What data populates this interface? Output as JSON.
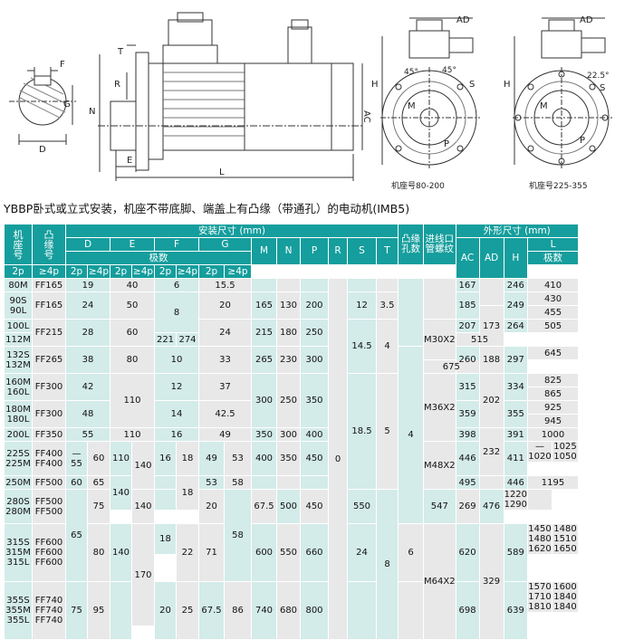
{
  "drawing_labels": {
    "F": "F",
    "G": "G",
    "D": "D",
    "T": "T",
    "R": "R",
    "N": "N",
    "E": "E",
    "L": "L",
    "AC": "AC",
    "H": "H",
    "AD1": "AD",
    "AD2": "AD",
    "M1": "M",
    "M2": "M",
    "P1": "P",
    "P2": "P",
    "S1": "S",
    "S2": "S",
    "ang45a": "45°",
    "ang45b": "45°",
    "ang225": "22.5°",
    "frame1": "机座号80-200",
    "frame2": "机座号225-355"
  },
  "caption": "YBBP卧式或立式安装，机座不带底脚、端盖上有凸缘（带通孔）的电动机(IMB5)",
  "table": {
    "rows": [
      [
        {
          "t": "机\n座\n号",
          "rs": 3,
          "c": "hd lg"
        },
        {
          "t": "凸\n缘\n号",
          "rs": 3,
          "c": "hd lg"
        },
        {
          "t": "安装尺寸 (mm)",
          "cs": 14,
          "c": "hd"
        },
        {
          "t": "凸缘\n孔数",
          "rs": 3,
          "c": "hd"
        },
        {
          "t": "进线口\n管螺纹",
          "rs": 3,
          "c": "hd"
        },
        {
          "t": "外形尺寸 (mm)",
          "cs": 5,
          "c": "hd"
        }
      ],
      [
        {
          "t": "D",
          "cs": 2,
          "c": "hd"
        },
        {
          "t": "E",
          "cs": 2,
          "c": "hd"
        },
        {
          "t": "F",
          "cs": 2,
          "c": "hd"
        },
        {
          "t": "G",
          "cs": 2,
          "c": "hd"
        },
        {
          "t": "M",
          "rs": 2,
          "c": "hd"
        },
        {
          "t": "N",
          "rs": 2,
          "c": "hd"
        },
        {
          "t": "P",
          "rs": 2,
          "c": "hd"
        },
        {
          "t": "R",
          "rs": 2,
          "c": "hd"
        },
        {
          "t": "S",
          "rs": 2,
          "c": "hd"
        },
        {
          "t": "T",
          "rs": 2,
          "c": "hd"
        },
        {
          "t": "AC",
          "rs": 3,
          "c": "hd"
        },
        {
          "t": "AD",
          "rs": 3,
          "c": "hd"
        },
        {
          "t": "H",
          "rs": 3,
          "c": "hd"
        },
        {
          "t": "L",
          "cs": 2,
          "c": "hd"
        }
      ],
      [
        {
          "t": "极数",
          "cs": 8,
          "c": "hd"
        },
        {
          "t": "极数",
          "cs": 2,
          "c": "hd"
        }
      ],
      [
        {
          "t": "2p",
          "c": "hd"
        },
        {
          "t": "≥4p",
          "c": "hd"
        },
        {
          "t": "2p",
          "c": "hd"
        },
        {
          "t": "≥4p",
          "c": "hd"
        },
        {
          "t": "2p",
          "c": "hd"
        },
        {
          "t": "≥4p",
          "c": "hd"
        },
        {
          "t": "2p",
          "c": "hd"
        },
        {
          "t": "≥4p",
          "c": "hd"
        },
        {
          "t": "2p",
          "c": "hd"
        },
        {
          "t": "≥4p",
          "c": "hd"
        }
      ],
      [
        {
          "t": "80M",
          "c": "lt"
        },
        {
          "t": "FF165",
          "c": "gr"
        },
        {
          "t": "19",
          "cs": 2,
          "c": "lt"
        },
        {
          "t": "40",
          "cs": 2,
          "c": "gr"
        },
        {
          "t": "6",
          "cs": 2,
          "c": "lt"
        },
        {
          "t": "15.5",
          "cs": 2,
          "c": "gr"
        },
        {
          "t": "",
          "c": "lt"
        },
        {
          "t": "",
          "c": "gr"
        },
        {
          "t": "",
          "c": "lt"
        },
        {
          "t": "0",
          "rs": 25,
          "c": "gr"
        },
        {
          "t": "",
          "c": "lt"
        },
        {
          "t": "",
          "c": "gr"
        },
        {
          "t": "",
          "rs": 5,
          "c": "lt"
        },
        {
          "t": "",
          "rs": 3,
          "c": "gr"
        },
        {
          "t": "167",
          "c": "lt"
        },
        {
          "t": "",
          "rs": 2,
          "c": "gr"
        },
        {
          "t": "246",
          "c": "lt"
        },
        {
          "t": "410",
          "cs": 2,
          "c": "gr"
        }
      ],
      [
        {
          "t": "90S\n90L",
          "rs": 2,
          "c": "lt"
        },
        {
          "t": "FF165",
          "rs": 2,
          "c": "gr"
        },
        {
          "t": "24",
          "cs": 2,
          "rs": 2,
          "c": "lt"
        },
        {
          "t": "50",
          "cs": 2,
          "rs": 2,
          "c": "gr"
        },
        {
          "t": "8",
          "cs": 2,
          "rs": 3,
          "c": "lt"
        },
        {
          "t": "20",
          "cs": 2,
          "rs": 2,
          "c": "gr"
        },
        {
          "t": "165",
          "rs": 2,
          "c": "lt"
        },
        {
          "t": "130",
          "rs": 2,
          "c": "gr"
        },
        {
          "t": "200",
          "rs": 2,
          "c": "lt"
        },
        {
          "t": "12",
          "rs": 2,
          "c": "lt"
        },
        {
          "t": "3.5",
          "rs": 2,
          "c": "gr"
        },
        {
          "t": "185",
          "rs": 2,
          "c": "lt"
        },
        {
          "t": "249",
          "rs": 2,
          "c": "lt"
        },
        {
          "t": "430",
          "cs": 2,
          "c": "gr"
        }
      ],
      [
        {
          "t": "173",
          "rs": 3,
          "c": "gr"
        },
        {
          "t": "455",
          "cs": 2,
          "c": "gr"
        }
      ],
      [
        {
          "t": "100L",
          "c": "lt"
        },
        {
          "t": "FF215",
          "rs": 2,
          "c": "gr"
        },
        {
          "t": "28",
          "cs": 2,
          "rs": 2,
          "c": "lt"
        },
        {
          "t": "60",
          "cs": 2,
          "rs": 2,
          "c": "gr"
        },
        {
          "t": "24",
          "cs": 2,
          "rs": 2,
          "c": "gr"
        },
        {
          "t": "215",
          "rs": 2,
          "c": "lt"
        },
        {
          "t": "180",
          "rs": 2,
          "c": "gr"
        },
        {
          "t": "250",
          "rs": 2,
          "c": "lt"
        },
        {
          "t": "14.5",
          "rs": 4,
          "c": "lt"
        },
        {
          "t": "4",
          "rs": 4,
          "c": "gr"
        },
        {
          "t": "M30X2",
          "rs": 3,
          "c": "gr"
        },
        {
          "t": "207",
          "c": "lt"
        },
        {
          "t": "264",
          "c": "lt"
        },
        {
          "t": "505",
          "cs": 2,
          "c": "gr"
        }
      ],
      [
        {
          "t": "112M",
          "c": "lt"
        },
        {
          "t": "221",
          "c": "lt"
        },
        {
          "t": "274",
          "c": "lt"
        },
        {
          "t": "515",
          "cs": 2,
          "c": "gr"
        }
      ],
      [
        {
          "t": "132S\n132M",
          "rs": 2,
          "c": "lt"
        },
        {
          "t": "FF265",
          "rs": 2,
          "c": "gr"
        },
        {
          "t": "38",
          "cs": 2,
          "rs": 2,
          "c": "lt"
        },
        {
          "t": "80",
          "cs": 2,
          "rs": 2,
          "c": "gr"
        },
        {
          "t": "10",
          "cs": 2,
          "rs": 2,
          "c": "lt"
        },
        {
          "t": "33",
          "cs": 2,
          "rs": 2,
          "c": "gr"
        },
        {
          "t": "265",
          "rs": 2,
          "c": "lt"
        },
        {
          "t": "230",
          "rs": 2,
          "c": "gr"
        },
        {
          "t": "300",
          "rs": 2,
          "c": "lt"
        },
        {
          "t": "4",
          "rs": 12,
          "c": "lt"
        },
        {
          "t": "260",
          "rs": 2,
          "c": "lt"
        },
        {
          "t": "188",
          "rs": 2,
          "c": "gr"
        },
        {
          "t": "297",
          "rs": 2,
          "c": "lt"
        },
        {
          "t": "645",
          "cs": 2,
          "c": "gr"
        }
      ],
      [
        {
          "t": "675",
          "cs": 2,
          "c": "gr"
        }
      ],
      [
        {
          "t": "160M\n160L",
          "rs": 2,
          "c": "lt"
        },
        {
          "t": "FF300",
          "rs": 2,
          "c": "gr"
        },
        {
          "t": "42",
          "cs": 2,
          "rs": 2,
          "c": "lt"
        },
        {
          "t": "110",
          "cs": 2,
          "rs": 4,
          "c": "gr"
        },
        {
          "t": "12",
          "cs": 2,
          "rs": 2,
          "c": "lt"
        },
        {
          "t": "37",
          "cs": 2,
          "rs": 2,
          "c": "gr"
        },
        {
          "t": "300",
          "rs": 4,
          "c": "lt"
        },
        {
          "t": "250",
          "rs": 4,
          "c": "gr"
        },
        {
          "t": "350",
          "rs": 4,
          "c": "lt"
        },
        {
          "t": "18.5",
          "rs": 8,
          "c": "lt"
        },
        {
          "t": "5",
          "rs": 8,
          "c": "gr"
        },
        {
          "t": "M36X2",
          "rs": 5,
          "c": "gr"
        },
        {
          "t": "315",
          "rs": 2,
          "c": "lt"
        },
        {
          "t": "202",
          "rs": 4,
          "c": "gr"
        },
        {
          "t": "334",
          "rs": 2,
          "c": "lt"
        },
        {
          "t": "825",
          "cs": 2,
          "c": "gr"
        }
      ],
      [
        {
          "t": "865",
          "cs": 2,
          "c": "gr"
        }
      ],
      [
        {
          "t": "180M\n180L",
          "rs": 2,
          "c": "lt"
        },
        {
          "t": "FF300",
          "rs": 2,
          "c": "gr"
        },
        {
          "t": "48",
          "cs": 2,
          "rs": 2,
          "c": "lt"
        },
        {
          "t": "14",
          "cs": 2,
          "rs": 2,
          "c": "lt"
        },
        {
          "t": "42.5",
          "cs": 2,
          "rs": 2,
          "c": "gr"
        },
        {
          "t": "359",
          "rs": 2,
          "c": "lt"
        },
        {
          "t": "355",
          "rs": 2,
          "c": "lt"
        },
        {
          "t": "925",
          "cs": 2,
          "c": "gr"
        }
      ],
      [
        {
          "t": "945",
          "cs": 2,
          "c": "gr"
        }
      ],
      [
        {
          "t": "200L",
          "c": "lt"
        },
        {
          "t": "FF350",
          "c": "gr"
        },
        {
          "t": "55",
          "cs": 2,
          "c": "lt"
        },
        {
          "t": "110",
          "cs": 2,
          "c": "gr"
        },
        {
          "t": "16",
          "cs": 2,
          "c": "lt"
        },
        {
          "t": "49",
          "cs": 2,
          "c": "gr"
        },
        {
          "t": "350",
          "c": "lt"
        },
        {
          "t": "300",
          "c": "gr"
        },
        {
          "t": "400",
          "c": "lt"
        },
        {
          "t": "398",
          "c": "lt"
        },
        {
          "t": "232",
          "rs": 3,
          "c": "gr"
        },
        {
          "t": "391",
          "c": "lt"
        },
        {
          "t": "1000",
          "cs": 2,
          "c": "gr"
        }
      ],
      [
        {
          "t": "225S\n225M",
          "rs": 2,
          "c": "lt"
        },
        {
          "t": "FF400\nFF400",
          "rs": 2,
          "c": "gr"
        },
        {
          "t": "—\n55",
          "rs": 2,
          "c": "lt"
        },
        {
          "t": "60",
          "rs": 2,
          "c": "gr"
        },
        {
          "t": "110",
          "rs": 2,
          "c": "lt"
        },
        {
          "t": "140",
          "rs": 3,
          "c": "gr"
        },
        {
          "t": "16",
          "rs": 2,
          "c": "lt"
        },
        {
          "t": "18",
          "rs": 2,
          "c": "gr"
        },
        {
          "t": "49",
          "rs": 2,
          "c": "lt"
        },
        {
          "t": "53",
          "rs": 2,
          "c": "gr"
        },
        {
          "t": "400",
          "rs": 2,
          "c": "lt"
        },
        {
          "t": "350",
          "rs": 2,
          "c": "gr"
        },
        {
          "t": "450",
          "rs": 2,
          "c": "lt"
        },
        {
          "t": "M48X2",
          "rs": 3,
          "c": "gr"
        },
        {
          "t": "446",
          "rs": 2,
          "c": "lt"
        },
        {
          "t": "411",
          "rs": 2,
          "c": "lt"
        },
        {
          "t": "—\n1020",
          "c": "gr"
        },
        {
          "t": "1025\n1050",
          "c": "gr"
        }
      ],
      [],
      [
        {
          "t": "250M",
          "c": "lt"
        },
        {
          "t": "FF500",
          "c": "gr"
        },
        {
          "t": "60",
          "c": "lt"
        },
        {
          "t": "65",
          "c": "gr"
        },
        {
          "t": "140",
          "rs": 2,
          "c": "lt"
        },
        {
          "t": "",
          "c": "lt"
        },
        {
          "t": "18",
          "rs": 2,
          "c": "gr"
        },
        {
          "t": "53",
          "c": "lt"
        },
        {
          "t": "58",
          "c": "gr"
        },
        {
          "t": "",
          "c": "lt"
        },
        {
          "t": "",
          "c": "gr"
        },
        {
          "t": "",
          "c": "lt"
        },
        {
          "t": "495",
          "c": "lt"
        },
        {
          "t": "",
          "c": "gr"
        },
        {
          "t": "446",
          "c": "lt"
        },
        {
          "t": "1195",
          "cs": 2,
          "c": "gr"
        }
      ],
      [
        {
          "t": "280S\n280M",
          "rs": 2,
          "c": "lt"
        },
        {
          "t": "FF500\nFF500",
          "rs": 2,
          "c": "gr"
        },
        {
          "t": "65",
          "rs": 5,
          "c": "lt"
        },
        {
          "t": "75",
          "rs": 2,
          "c": "gr"
        },
        {
          "t": "140",
          "rs": 2,
          "c": "gr"
        },
        {
          "t": "",
          "c": "lt"
        },
        {
          "t": "20",
          "rs": 2,
          "c": "gr"
        },
        {
          "t": "58",
          "rs": 5,
          "c": "lt"
        },
        {
          "t": "67.5",
          "rs": 2,
          "c": "gr"
        },
        {
          "t": "500",
          "rs": 2,
          "c": "lt"
        },
        {
          "t": "450",
          "rs": 2,
          "c": "gr"
        },
        {
          "t": "550",
          "rs": 2,
          "c": "lt"
        },
        {
          "t": "8",
          "rs": 9,
          "c": "lt"
        },
        {
          "t": "547",
          "rs": 2,
          "c": "lt"
        },
        {
          "t": "269",
          "rs": 2,
          "c": "gr"
        },
        {
          "t": "476",
          "rs": 2,
          "c": "lt"
        },
        {
          "t": "1220\n1290",
          "c": "gr"
        },
        {
          "t": "",
          "c": "gr"
        }
      ],
      [],
      [
        {
          "t": "315S\n315M\n315L",
          "rs": 3,
          "c": "lt"
        },
        {
          "t": "FF600\nFF600\nFF600",
          "rs": 3,
          "c": "gr"
        },
        {
          "t": "80",
          "rs": 3,
          "c": "gr"
        },
        {
          "t": "140",
          "rs": 3,
          "c": "lt"
        },
        {
          "t": "170",
          "rs": 5,
          "c": "gr"
        },
        {
          "t": "18",
          "c": "lt"
        },
        {
          "t": "22",
          "rs": 3,
          "c": "gr"
        },
        {
          "t": "71",
          "rs": 3,
          "c": "gr"
        },
        {
          "t": "600",
          "rs": 3,
          "c": "lt"
        },
        {
          "t": "550",
          "rs": 3,
          "c": "gr"
        },
        {
          "t": "660",
          "rs": 3,
          "c": "lt"
        },
        {
          "t": "24",
          "rs": 3,
          "c": "lt"
        },
        {
          "t": "6",
          "rs": 3,
          "c": "gr"
        },
        {
          "t": "M64X2",
          "rs": 6,
          "c": "gr"
        },
        {
          "t": "620",
          "rs": 3,
          "c": "lt"
        },
        {
          "t": "329",
          "rs": 6,
          "c": "gr"
        },
        {
          "t": "589",
          "rs": 3,
          "c": "lt"
        },
        {
          "t": "1450\n1480\n1620",
          "c": "gr"
        },
        {
          "t": "1480\n1510\n1650",
          "c": "gr"
        }
      ],
      [],
      [],
      [
        {
          "t": "355S\n355M\n355L",
          "rs": 3,
          "c": "lt"
        },
        {
          "t": "FF740\nFF740\nFF740",
          "rs": 3,
          "c": "gr"
        },
        {
          "t": "75",
          "rs": 3,
          "c": "lt"
        },
        {
          "t": "95",
          "rs": 3,
          "c": "gr"
        },
        {
          "t": "",
          "rs": 3,
          "c": "lt"
        },
        {
          "t": "20",
          "rs": 3,
          "c": "lt"
        },
        {
          "t": "25",
          "rs": 3,
          "c": "gr"
        },
        {
          "t": "67.5",
          "rs": 3,
          "c": "lt"
        },
        {
          "t": "86",
          "rs": 3,
          "c": "gr"
        },
        {
          "t": "740",
          "rs": 3,
          "c": "lt"
        },
        {
          "t": "680",
          "rs": 3,
          "c": "gr"
        },
        {
          "t": "800",
          "rs": 3,
          "c": "lt"
        },
        {
          "t": "",
          "rs": 3,
          "c": "lt"
        },
        {
          "t": "",
          "rs": 3,
          "c": "gr"
        },
        {
          "t": "698",
          "rs": 3,
          "c": "lt"
        },
        {
          "t": "639",
          "rs": 3,
          "c": "lt"
        },
        {
          "t": "1570\n1710\n1810",
          "c": "gr"
        },
        {
          "t": "1600\n1840\n1840",
          "c": "gr"
        }
      ],
      [],
      []
    ]
  }
}
